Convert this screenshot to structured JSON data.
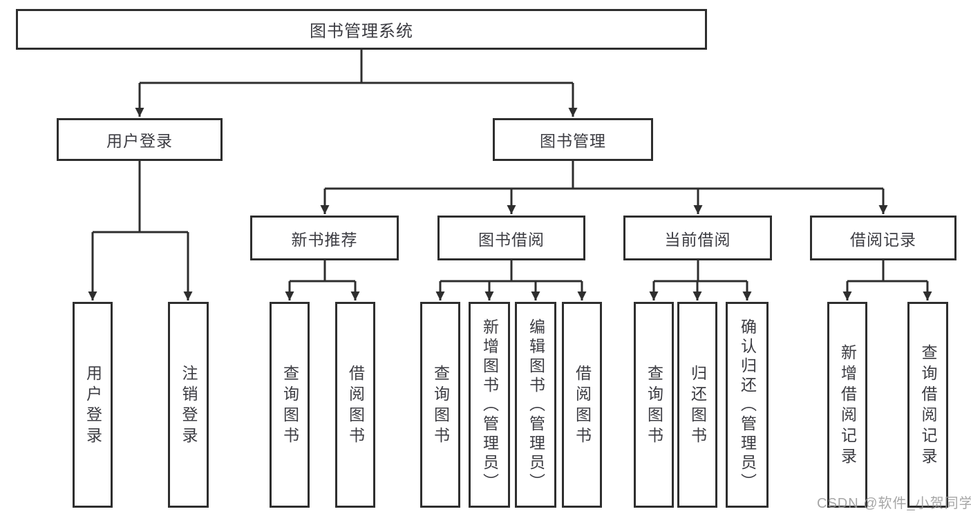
{
  "diagram": {
    "root": {
      "label": "图书管理系统"
    },
    "branches": [
      {
        "label": "用户登录"
      },
      {
        "label": "图书管理"
      }
    ],
    "sections": [
      {
        "label": "新书推荐"
      },
      {
        "label": "图书借阅"
      },
      {
        "label": "当前借阅"
      },
      {
        "label": "借阅记录"
      }
    ],
    "leaves": {
      "user_login": [
        "用户登录",
        "注销登录"
      ],
      "new_book_rec": [
        "查询图书",
        "借阅图书"
      ],
      "book_borrow": [
        "查询图书",
        "新增图书（管理员）",
        "编辑图书（管理员）",
        "借阅图书"
      ],
      "current_borrow": [
        "查询图书",
        "归还图书",
        "确认归还（管理员）"
      ],
      "borrow_records": [
        "新增借阅记录",
        "查询借阅记录"
      ]
    }
  },
  "colors": {
    "line": "#2e2e2e",
    "text": "#3c3c42",
    "background": "#ffffff",
    "watermark": "#969696"
  },
  "watermark": "CSDN @软件_小贺同学"
}
